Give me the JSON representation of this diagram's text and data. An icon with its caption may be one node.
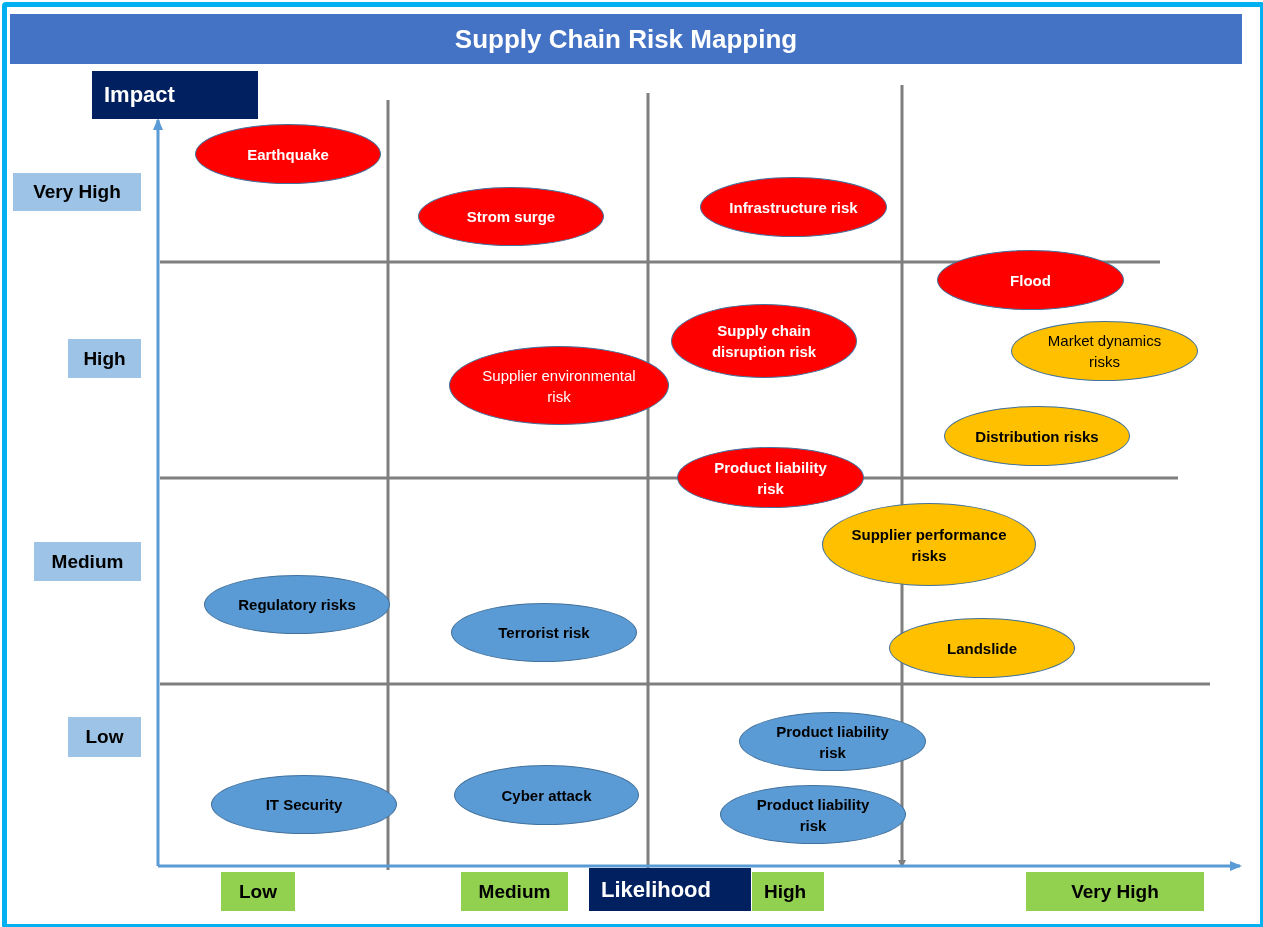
{
  "diagram": {
    "title": "Supply Chain Risk Mapping",
    "nodes": [
      {
        "text": [
          "Earthquake"
        ]
      },
      {
        "text": [
          "Strom surge"
        ]
      },
      {
        "text": [
          "Infrastructure risk"
        ]
      },
      {
        "text": [
          "Flood"
        ]
      },
      {
        "text": [
          "Supply chain disruption risk"
        ]
      },
      {
        "text": [
          "Market dynamics risks"
        ]
      },
      {
        "text": [
          "Supplier environmental risk"
        ]
      },
      {
        "text": [
          "Distribution risks"
        ]
      },
      {
        "text": [
          "Product liability risk"
        ]
      },
      {
        "text": [
          "Supplier performance risks"
        ]
      },
      {
        "text": [
          "Regulatory risks"
        ]
      },
      {
        "text": [
          "Terrorist risk"
        ]
      },
      {
        "text": [
          "Landslide"
        ]
      },
      {
        "text": [
          "Product liability risk"
        ]
      },
      {
        "text": [
          "IT Security"
        ]
      },
      {
        "text": [
          "Cyber attack"
        ]
      },
      {
        "text": [
          "Product liability risk"
        ]
      }
    ],
    "labels": [
      "Impact",
      "Very High",
      "High",
      "Medium",
      "Low",
      "Low",
      "Medium",
      "Likelihood",
      "High",
      "Very High"
    ]
  }
}
